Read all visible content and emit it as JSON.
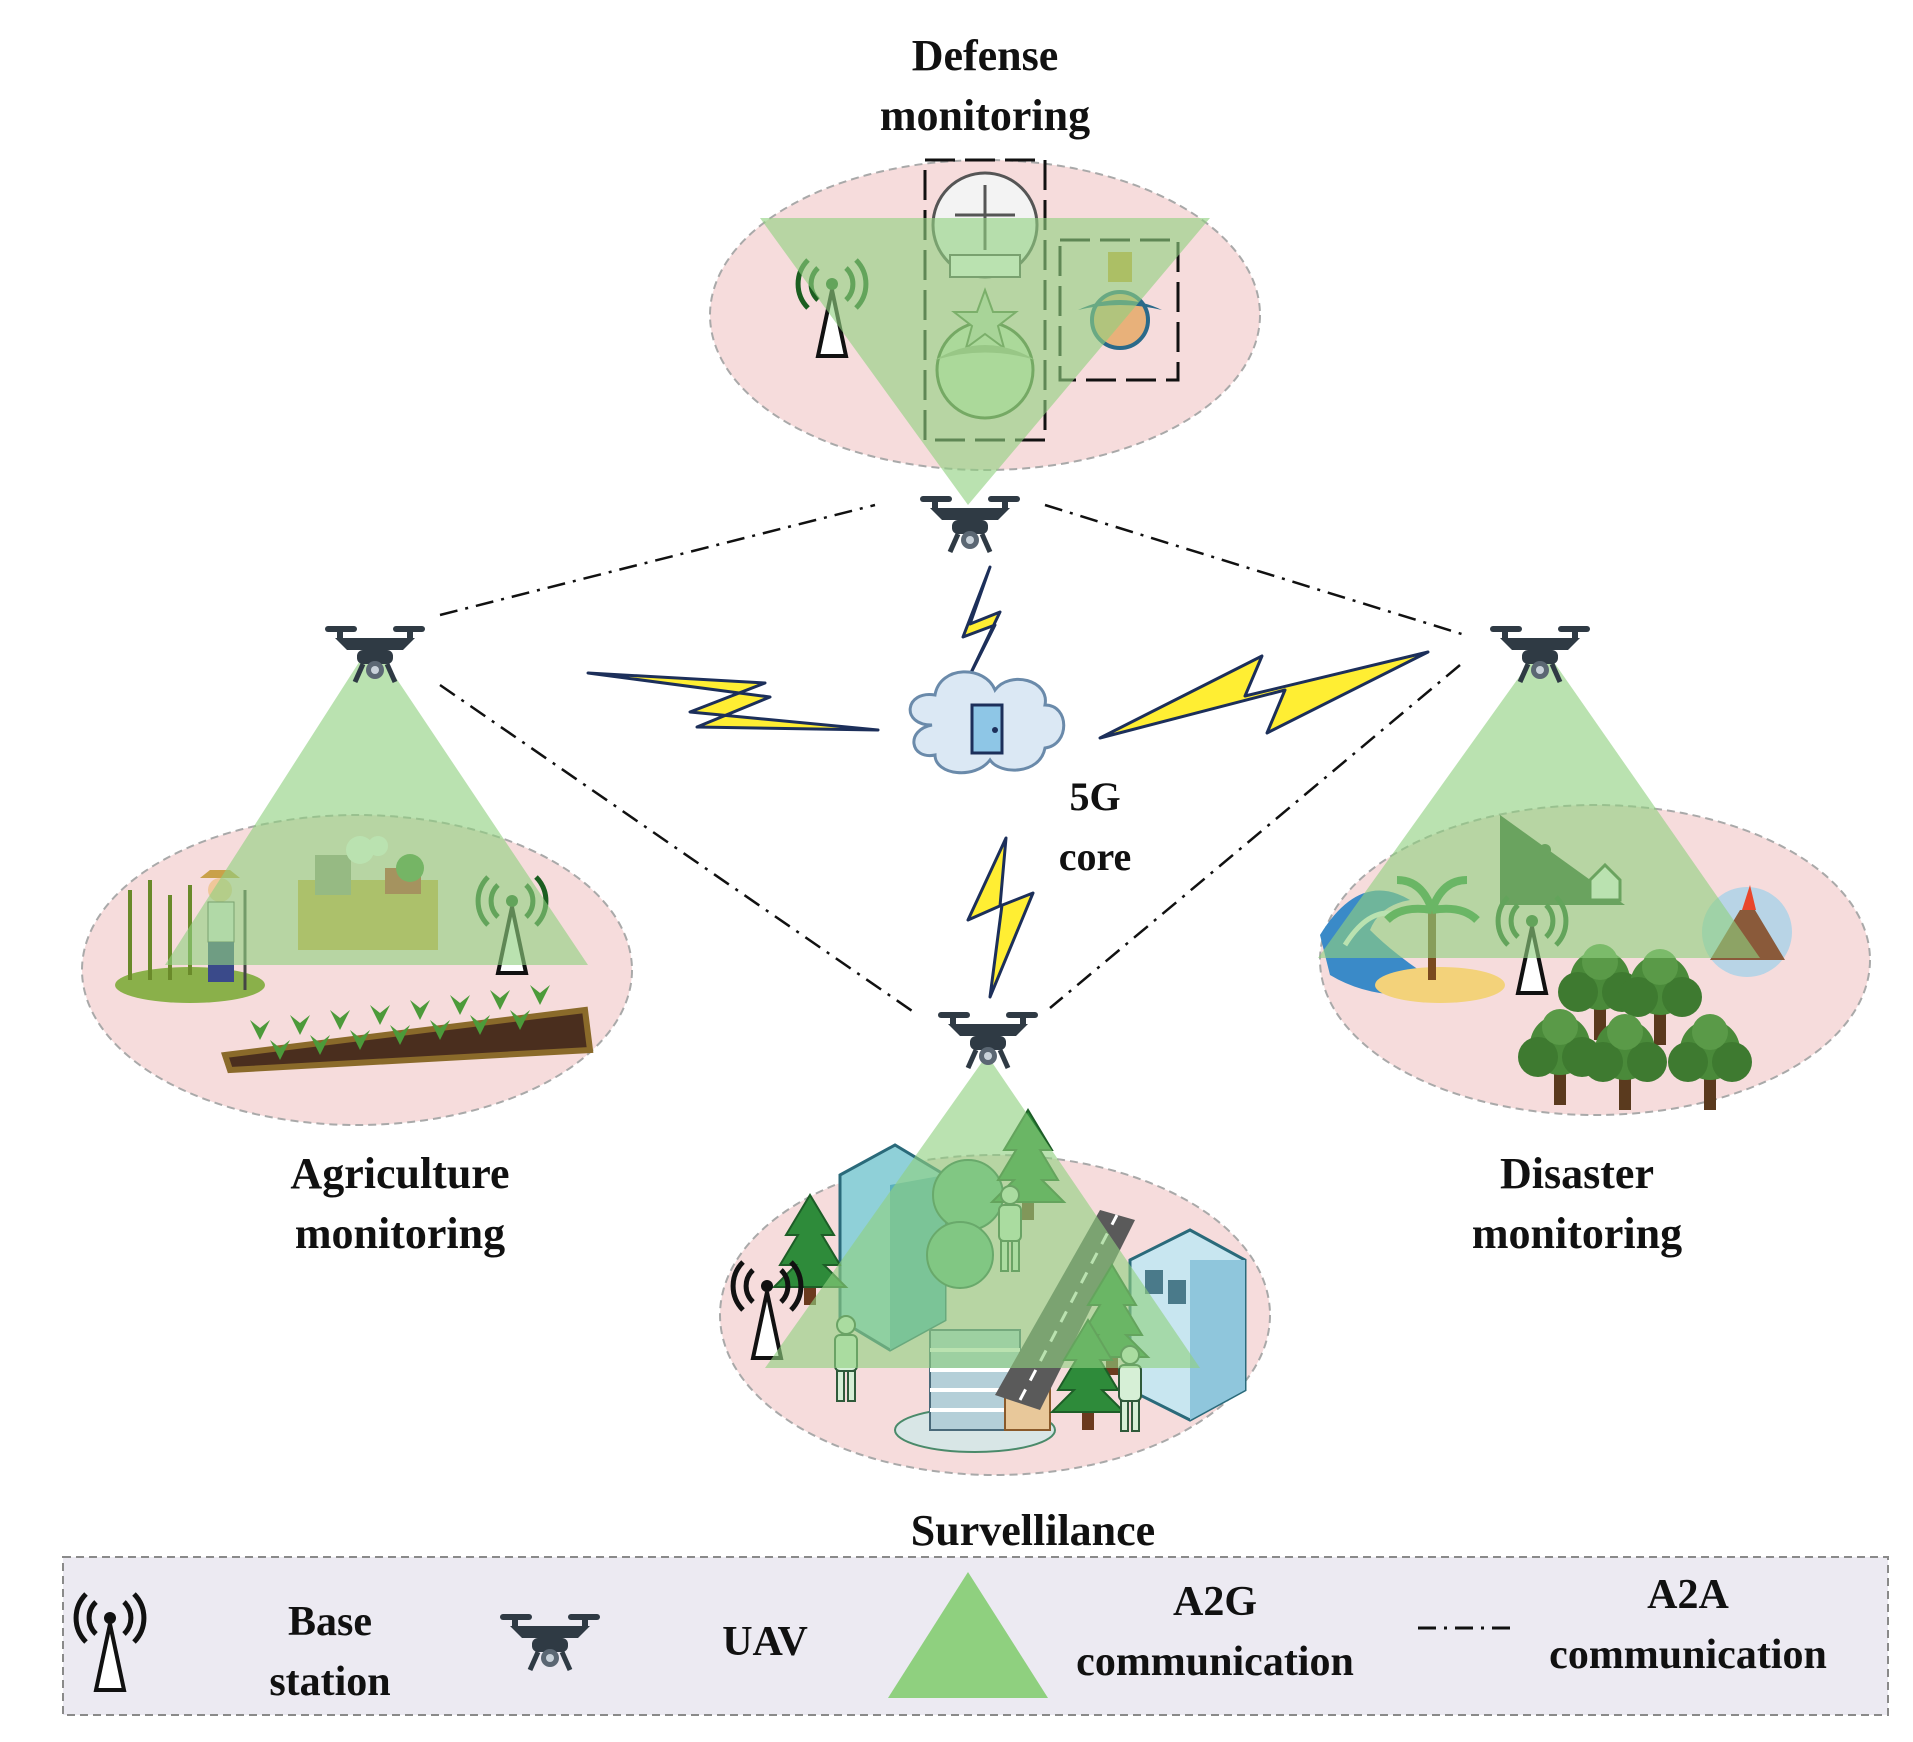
{
  "regions": {
    "defense": {
      "line1": "Defense",
      "line2": "monitoring"
    },
    "agriculture": {
      "line1": "Agriculture",
      "line2": "monitoring"
    },
    "disaster": {
      "line1": "Disaster",
      "line2": "monitoring"
    },
    "surveillance": {
      "line1": "Survellilance"
    }
  },
  "core": {
    "line1": "5G",
    "line2": "core"
  },
  "legend": {
    "base_station": {
      "line1": "Base",
      "line2": "station"
    },
    "uav": {
      "label": "UAV"
    },
    "a2g": {
      "line1": "A2G",
      "line2": "communication"
    },
    "a2a": {
      "line1": "A2A",
      "line2": "communication"
    }
  },
  "colors": {
    "region_fill": "#f6dcdc",
    "region_border": "#a9a9a9",
    "beam_fill": "#8fd07f",
    "lightning": "#ffee33",
    "lightning_outline": "#1c2f5a",
    "legend_bg": "#eceaf2",
    "icon_dark": "#2f3a44",
    "antenna_green": "#1f7a2a"
  },
  "icons": [
    "drone-icon",
    "base-station-icon",
    "cloud-server-icon",
    "lightning-icon",
    "emblem-icon",
    "tree-icon",
    "building-icon",
    "person-icon",
    "volcano-icon",
    "tsunami-icon",
    "landslide-icon",
    "farmer-icon",
    "crop-field-icon",
    "farm-icon"
  ]
}
